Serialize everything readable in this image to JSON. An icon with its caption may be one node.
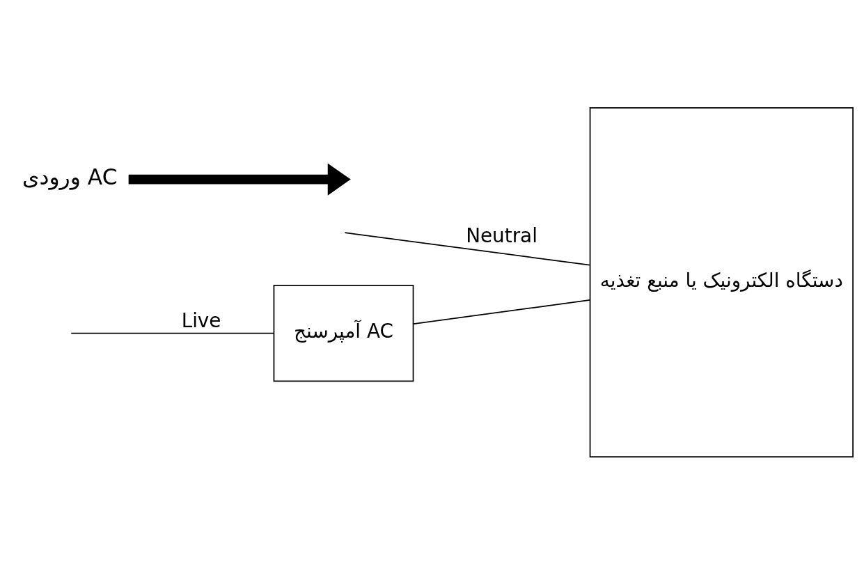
{
  "diagram": {
    "nodes": [
      {
        "text": [
          "آمپرسنج AC"
        ]
      },
      {
        "text": [
          "دستگاه الکترونیک یا منبع تغذیه"
        ]
      },
      {
        "text": [
          "ورودی AC"
        ]
      }
    ],
    "edges": [
      {
        "from": null,
        "to": 0,
        "arrow": "none",
        "label": "Live"
      },
      {
        "from": 0,
        "to": 1,
        "arrow": "none"
      },
      {
        "from": null,
        "to": 1,
        "arrow": "none",
        "label": "Neutral"
      },
      {
        "from": 2,
        "to": null,
        "arrow": "to",
        "style": "thick"
      }
    ]
  }
}
